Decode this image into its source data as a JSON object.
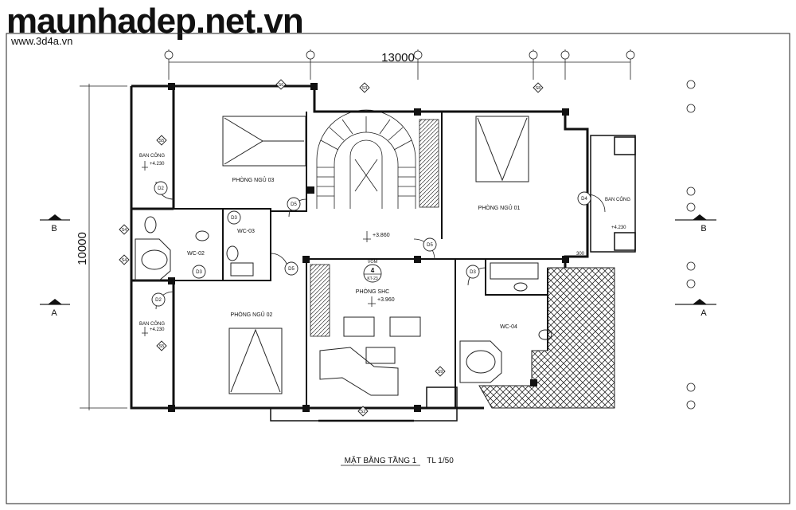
{
  "brand": {
    "title": "maunhadep.net.vn",
    "subtitle": "www.3d4a.vn"
  },
  "dimensions": {
    "width": "13000",
    "height": "10000"
  },
  "sections": {
    "b_left": "B",
    "b_right": "B",
    "a_left": "A",
    "a_right": "A"
  },
  "rooms": {
    "bedroom_01": "PHÒNG NGỦ 01",
    "bedroom_02": "PHÒNG NGỦ 02",
    "bedroom_03": "PHÒNG NGỦ 03",
    "wc_02": "WC-02",
    "wc_03": "WC-03",
    "wc_04": "WC-04",
    "family_room": "PHÒNG SHC",
    "balcony_top": "BAN CÔNG",
    "balcony_bottom": "BAN CÔNG",
    "balcony_right": "BAN CÔNG"
  },
  "levels": {
    "balcony_top": "+4.230",
    "balcony_bottom": "+4.230",
    "balcony_right": "+4.230",
    "hall": "+3.860",
    "family_room": "+3.960"
  },
  "doors": {
    "d2a": "D2",
    "d2b": "D2",
    "d3a": "D3",
    "d3b": "D3",
    "d3c": "D3",
    "d4": "D4",
    "d5a": "D5",
    "d5b": "D5",
    "d5c": "D5"
  },
  "windows": {
    "s6": "S6",
    "s3": "S3",
    "s8": "S8",
    "s5a": "S5",
    "s5b": "S5",
    "s4a": "S4",
    "s4b": "S4",
    "s2": "S2",
    "s9": "S9"
  },
  "callout": {
    "top": "VÒM",
    "number": "4",
    "sheet": "KT-23"
  },
  "dim_300": "300",
  "caption": {
    "title": "MẶT BẰNG TẦNG 1",
    "scale": "TL 1/50"
  }
}
